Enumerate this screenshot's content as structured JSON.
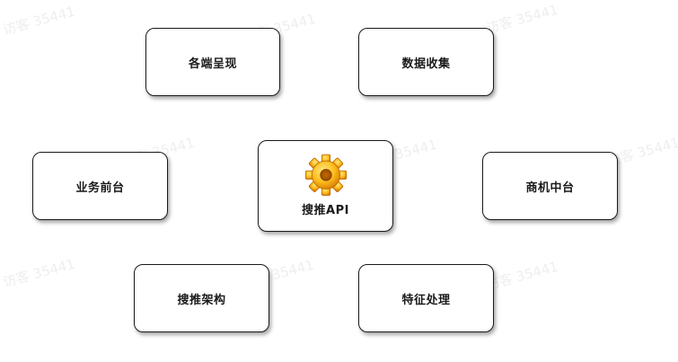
{
  "nodes": {
    "display": "各端呈现",
    "data_collection": "数据收集",
    "business_frontend": "业务前台",
    "center_api": "搜推API",
    "commerce_platform": "商机中台",
    "architecture": "搜推架构",
    "feature_processing": "特征处理"
  },
  "watermark": "访客 35441",
  "icons": {
    "center": "gear-icon"
  },
  "colors": {
    "border": "#1a1a1a",
    "gear_light": "#ffd34d",
    "gear_dark": "#e08a00"
  }
}
